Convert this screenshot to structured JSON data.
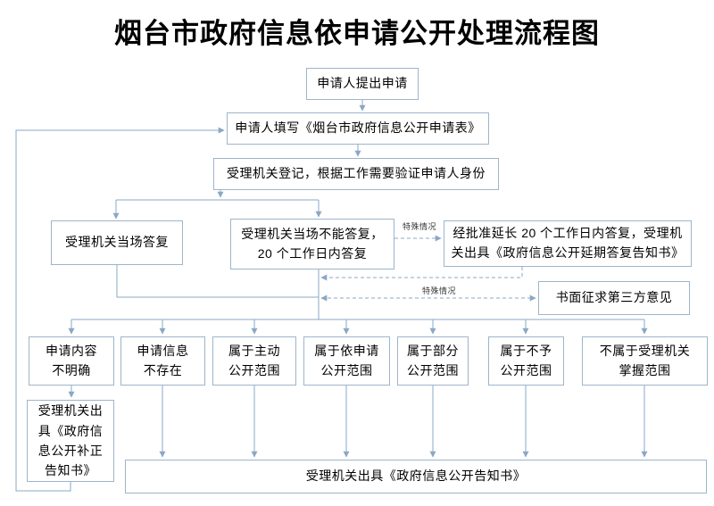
{
  "title": "烟台市政府信息依申请公开处理流程图",
  "nodes": {
    "submit": {
      "text": "申请人提出申请"
    },
    "fill_form": {
      "text": "申请人填写《烟台市政府信息公开申请表》"
    },
    "register": {
      "text": "受理机关登记，根据工作需要验证申请人身份"
    },
    "onsite_reply": {
      "text": "受理机关当场答复"
    },
    "delayed_reply": {
      "lines": [
        "受理机关当场不能答复，",
        "20 个工作日内答复"
      ]
    },
    "extended_reply": {
      "lines": [
        "经批准延长 20 个工作日内答复，受理机",
        "关出具《政府信息公开延期答复告知书》"
      ]
    },
    "third_party_opinion": {
      "text": "书面征求第三方意见"
    },
    "categories": [
      {
        "lines": [
          "申请内容",
          "不明确"
        ]
      },
      {
        "lines": [
          "申请信息",
          "不存在"
        ]
      },
      {
        "lines": [
          "属于主动",
          "公开范围"
        ]
      },
      {
        "lines": [
          "属于依申请",
          "公开范围"
        ]
      },
      {
        "lines": [
          "属于部分",
          "公开范围"
        ]
      },
      {
        "lines": [
          "属于不予",
          "公开范围"
        ]
      },
      {
        "lines": [
          "不属于受理机关",
          "掌握范围"
        ]
      }
    ],
    "correction_notice": {
      "lines": [
        "受理机关出",
        "具《政府信",
        "息公开补正",
        "告知书》"
      ]
    },
    "final_notice": {
      "text": "受理机关出具《政府信息公开告知书》"
    }
  },
  "edge_labels": {
    "special_case_extend": "特殊情况",
    "special_case_third_party": "特殊情况"
  },
  "colors": {
    "box_border": "#9db5cb",
    "connector": "#8aa8c6",
    "text": "#000000",
    "background": "#ffffff"
  }
}
